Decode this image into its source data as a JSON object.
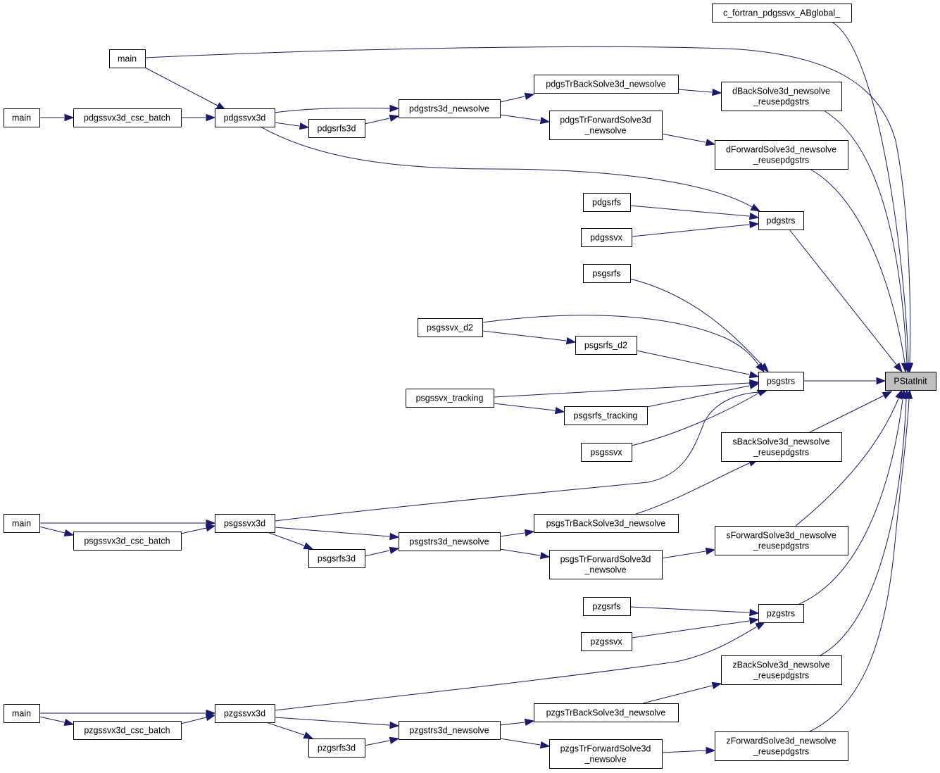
{
  "diagram": {
    "type": "call-graph",
    "colors": {
      "edge": "#191970",
      "root_fill": "#bfbfbf",
      "node_fill": "#ffffff",
      "node_border": "#000000"
    },
    "nodes": [
      {
        "id": "pstatinit",
        "label": [
          "PStatInit"
        ]
      },
      {
        "id": "c_fortran",
        "label": [
          "c_fortran_pdgssvx_ABglobal_"
        ]
      },
      {
        "id": "main1",
        "label": [
          "main"
        ]
      },
      {
        "id": "main2",
        "label": [
          "main"
        ]
      },
      {
        "id": "pdgssvx3d_csc_batch",
        "label": [
          "pdgssvx3d_csc_batch"
        ]
      },
      {
        "id": "pdgssvx3d",
        "label": [
          "pdgssvx3d"
        ]
      },
      {
        "id": "pdgsrfs3d",
        "label": [
          "pdgsrfs3d"
        ]
      },
      {
        "id": "pdgstrs3d_newsolve",
        "label": [
          "pdgstrs3d_newsolve"
        ]
      },
      {
        "id": "pdgsTrBackSolve3d_newsolve",
        "label": [
          "pdgsTrBackSolve3d_newsolve"
        ]
      },
      {
        "id": "pdgsTrForwardSolve3d_newsolve",
        "label": [
          "pdgsTrForwardSolve3d",
          "_newsolve"
        ]
      },
      {
        "id": "dBackSolve3d",
        "label": [
          "dBackSolve3d_newsolve",
          "_reusepdgstrs"
        ]
      },
      {
        "id": "dForwardSolve3d",
        "label": [
          "dForwardSolve3d_newsolve",
          "_reusepdgstrs"
        ]
      },
      {
        "id": "pdgsrfs",
        "label": [
          "pdgsrfs"
        ]
      },
      {
        "id": "pdgssvx",
        "label": [
          "pdgssvx"
        ]
      },
      {
        "id": "pdgstrs",
        "label": [
          "pdgstrs"
        ]
      },
      {
        "id": "psgsrfs",
        "label": [
          "psgsrfs"
        ]
      },
      {
        "id": "psgssvx_d2",
        "label": [
          "psgssvx_d2"
        ]
      },
      {
        "id": "psgsrfs_d2",
        "label": [
          "psgsrfs_d2"
        ]
      },
      {
        "id": "psgssvx_tracking",
        "label": [
          "psgssvx_tracking"
        ]
      },
      {
        "id": "psgsrfs_tracking",
        "label": [
          "psgsrfs_tracking"
        ]
      },
      {
        "id": "psgssvx",
        "label": [
          "psgssvx"
        ]
      },
      {
        "id": "psgstrs",
        "label": [
          "psgstrs"
        ]
      },
      {
        "id": "sBackSolve3d",
        "label": [
          "sBackSolve3d_newsolve",
          "_reusepdgstrs"
        ]
      },
      {
        "id": "main3",
        "label": [
          "main"
        ]
      },
      {
        "id": "psgssvx3d_csc_batch",
        "label": [
          "psgssvx3d_csc_batch"
        ]
      },
      {
        "id": "psgssvx3d",
        "label": [
          "psgssvx3d"
        ]
      },
      {
        "id": "psgsrfs3d",
        "label": [
          "psgsrfs3d"
        ]
      },
      {
        "id": "psgstrs3d_newsolve",
        "label": [
          "psgstrs3d_newsolve"
        ]
      },
      {
        "id": "psgsTrBackSolve3d_newsolve",
        "label": [
          "psgsTrBackSolve3d_newsolve"
        ]
      },
      {
        "id": "psgsTrForwardSolve3d_newsolve",
        "label": [
          "psgsTrForwardSolve3d",
          "_newsolve"
        ]
      },
      {
        "id": "sForwardSolve3d",
        "label": [
          "sForwardSolve3d_newsolve",
          "_reusepdgstrs"
        ]
      },
      {
        "id": "pzgsrfs",
        "label": [
          "pzgsrfs"
        ]
      },
      {
        "id": "pzgssvx",
        "label": [
          "pzgssvx"
        ]
      },
      {
        "id": "pzgstrs",
        "label": [
          "pzgstrs"
        ]
      },
      {
        "id": "zBackSolve3d",
        "label": [
          "zBackSolve3d_newsolve",
          "_reusepdgstrs"
        ]
      },
      {
        "id": "main4",
        "label": [
          "main"
        ]
      },
      {
        "id": "pzgssvx3d_csc_batch",
        "label": [
          "pzgssvx3d_csc_batch"
        ]
      },
      {
        "id": "pzgssvx3d",
        "label": [
          "pzgssvx3d"
        ]
      },
      {
        "id": "pzgsrfs3d",
        "label": [
          "pzgsrfs3d"
        ]
      },
      {
        "id": "pzgstrs3d_newsolve",
        "label": [
          "pzgstrs3d_newsolve"
        ]
      },
      {
        "id": "pzgsTrBackSolve3d_newsolve",
        "label": [
          "pzgsTrBackSolve3d_newsolve"
        ]
      },
      {
        "id": "pzgsTrForwardSolve3d_newsolve",
        "label": [
          "pzgsTrForwardSolve3d",
          "_newsolve"
        ]
      },
      {
        "id": "zForwardSolve3d",
        "label": [
          "zForwardSolve3d_newsolve",
          "_reusepdgstrs"
        ]
      }
    ],
    "edges": [
      {
        "from": "c_fortran",
        "to": "pstatinit"
      },
      {
        "from": "main1",
        "to": "pstatinit"
      },
      {
        "from": "main1",
        "to": "pdgssvx3d"
      },
      {
        "from": "main2",
        "to": "pdgssvx3d_csc_batch"
      },
      {
        "from": "pdgssvx3d_csc_batch",
        "to": "pdgssvx3d"
      },
      {
        "from": "pdgssvx3d",
        "to": "pdgstrs3d_newsolve"
      },
      {
        "from": "pdgssvx3d",
        "to": "pdgsrfs3d"
      },
      {
        "from": "pdgssvx3d",
        "to": "pdgstrs"
      },
      {
        "from": "pdgsrfs3d",
        "to": "pdgstrs3d_newsolve"
      },
      {
        "from": "pdgstrs3d_newsolve",
        "to": "pdgsTrBackSolve3d_newsolve"
      },
      {
        "from": "pdgstrs3d_newsolve",
        "to": "pdgsTrForwardSolve3d_newsolve"
      },
      {
        "from": "pdgsTrBackSolve3d_newsolve",
        "to": "dBackSolve3d"
      },
      {
        "from": "pdgsTrForwardSolve3d_newsolve",
        "to": "dForwardSolve3d"
      },
      {
        "from": "dBackSolve3d",
        "to": "pstatinit"
      },
      {
        "from": "dForwardSolve3d",
        "to": "pstatinit"
      },
      {
        "from": "pdgsrfs",
        "to": "pdgstrs"
      },
      {
        "from": "pdgssvx",
        "to": "pdgstrs"
      },
      {
        "from": "pdgstrs",
        "to": "pstatinit"
      },
      {
        "from": "psgsrfs",
        "to": "psgstrs"
      },
      {
        "from": "psgssvx_d2",
        "to": "psgstrs"
      },
      {
        "from": "psgssvx_d2",
        "to": "psgsrfs_d2"
      },
      {
        "from": "psgsrfs_d2",
        "to": "psgstrs"
      },
      {
        "from": "psgssvx_tracking",
        "to": "psgstrs"
      },
      {
        "from": "psgssvx_tracking",
        "to": "psgsrfs_tracking"
      },
      {
        "from": "psgsrfs_tracking",
        "to": "psgstrs"
      },
      {
        "from": "psgssvx",
        "to": "psgstrs"
      },
      {
        "from": "psgssvx3d",
        "to": "psgstrs"
      },
      {
        "from": "psgstrs",
        "to": "pstatinit"
      },
      {
        "from": "sBackSolve3d",
        "to": "pstatinit"
      },
      {
        "from": "main3",
        "to": "psgssvx3d"
      },
      {
        "from": "main3",
        "to": "psgssvx3d_csc_batch"
      },
      {
        "from": "psgssvx3d_csc_batch",
        "to": "psgssvx3d"
      },
      {
        "from": "psgssvx3d",
        "to": "psgstrs3d_newsolve"
      },
      {
        "from": "psgssvx3d",
        "to": "psgsrfs3d"
      },
      {
        "from": "psgsrfs3d",
        "to": "psgstrs3d_newsolve"
      },
      {
        "from": "psgstrs3d_newsolve",
        "to": "psgsTrBackSolve3d_newsolve"
      },
      {
        "from": "psgstrs3d_newsolve",
        "to": "psgsTrForwardSolve3d_newsolve"
      },
      {
        "from": "psgsTrBackSolve3d_newsolve",
        "to": "sBackSolve3d"
      },
      {
        "from": "psgsTrForwardSolve3d_newsolve",
        "to": "sForwardSolve3d"
      },
      {
        "from": "sForwardSolve3d",
        "to": "pstatinit"
      },
      {
        "from": "pzgsrfs",
        "to": "pzgstrs"
      },
      {
        "from": "pzgssvx",
        "to": "pzgstrs"
      },
      {
        "from": "pzgstrs",
        "to": "pstatinit"
      },
      {
        "from": "pzgssvx3d",
        "to": "pzgstrs"
      },
      {
        "from": "zBackSolve3d",
        "to": "pstatinit"
      },
      {
        "from": "main4",
        "to": "pzgssvx3d"
      },
      {
        "from": "main4",
        "to": "pzgssvx3d_csc_batch"
      },
      {
        "from": "pzgssvx3d_csc_batch",
        "to": "pzgssvx3d"
      },
      {
        "from": "pzgssvx3d",
        "to": "pzgstrs3d_newsolve"
      },
      {
        "from": "pzgssvx3d",
        "to": "pzgsrfs3d"
      },
      {
        "from": "pzgsrfs3d",
        "to": "pzgstrs3d_newsolve"
      },
      {
        "from": "pzgstrs3d_newsolve",
        "to": "pzgsTrBackSolve3d_newsolve"
      },
      {
        "from": "pzgstrs3d_newsolve",
        "to": "pzgsTrForwardSolve3d_newsolve"
      },
      {
        "from": "pzgsTrBackSolve3d_newsolve",
        "to": "zBackSolve3d"
      },
      {
        "from": "pzgsTrForwardSolve3d_newsolve",
        "to": "zForwardSolve3d"
      },
      {
        "from": "zForwardSolve3d",
        "to": "pstatinit"
      }
    ]
  }
}
